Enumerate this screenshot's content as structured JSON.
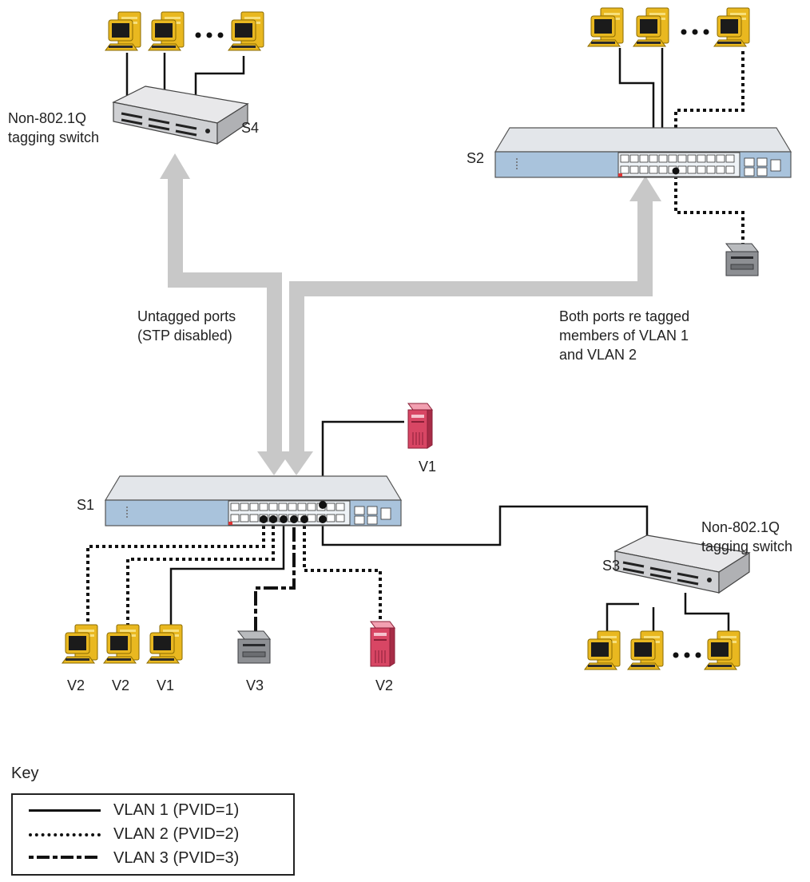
{
  "labels": {
    "s4_type": "Non-802.1Q\ntagging switch",
    "s4_name": "S4",
    "s2_name": "S2",
    "s1_name": "S1",
    "s3_type": "Non-802.1Q\ntagging switch",
    "s3_name": "S3",
    "untagged_ports": "Untagged ports\n(STP disabled)",
    "tagged_ports": "Both ports re tagged\nmembers of VLAN 1\nand VLAN 2",
    "server_top": "V1",
    "pc1": "V2",
    "pc2": "V2",
    "pc3": "V1",
    "printer": "V3",
    "server_bottom": "V2"
  },
  "key": {
    "title": "Key",
    "items": [
      {
        "style": "solid",
        "label": "VLAN 1 (PVID=1)"
      },
      {
        "style": "dotted",
        "label": "VLAN 2 (PVID=2)"
      },
      {
        "style": "dashdot",
        "label": "VLAN 3 (PVID=3)"
      }
    ]
  },
  "colors": {
    "switch_face": "#a9c3dc",
    "switch_top": "#e3e6ea",
    "hub_body": "#d8d8da",
    "pc_yellow": "#e9b820",
    "server_red": "#d84664",
    "printer_gray": "#8d8f93",
    "arrow_gray": "#c8c8c8",
    "line": "#111111"
  },
  "icons": [
    "pc-icon",
    "server-icon",
    "printer-icon",
    "switch-icon",
    "hub-icon"
  ]
}
